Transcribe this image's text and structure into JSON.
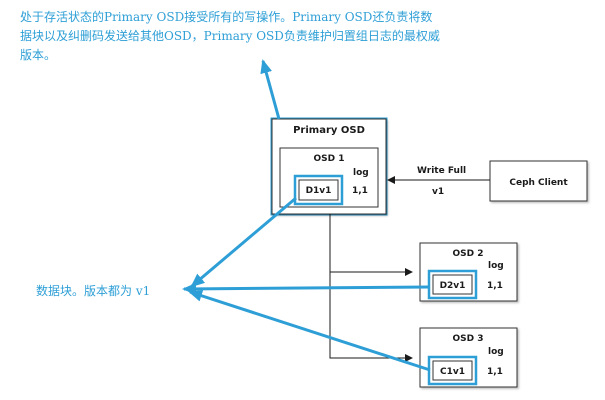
{
  "annotations": {
    "primary_note_lines": [
      "处于存活状态的Primary OSD接受所有的写操作。Primary OSD还负责将数",
      "据块以及纠删码发送给其他OSD，Primary OSD负责维护归置组日志的最权威",
      "版本。"
    ],
    "chunk_note": "数据块。版本都为 v1"
  },
  "primary": {
    "title": "Primary OSD",
    "osd_title": "OSD 1",
    "log_label": "log",
    "chunk_label": "D1v1",
    "log_value": "1,1"
  },
  "osd2": {
    "title": "OSD 2",
    "log_label": "log",
    "chunk_label": "D2v1",
    "log_value": "1,1"
  },
  "osd3": {
    "title": "OSD 3",
    "log_label": "log",
    "chunk_label": "C1v1",
    "log_value": "1,1"
  },
  "client": {
    "label": "Ceph Client",
    "op_label": "Write Full",
    "version_label": "v1"
  },
  "colors": {
    "accent": "#2e9fd6",
    "box_border": "#333333",
    "text": "#1a1a1a"
  }
}
